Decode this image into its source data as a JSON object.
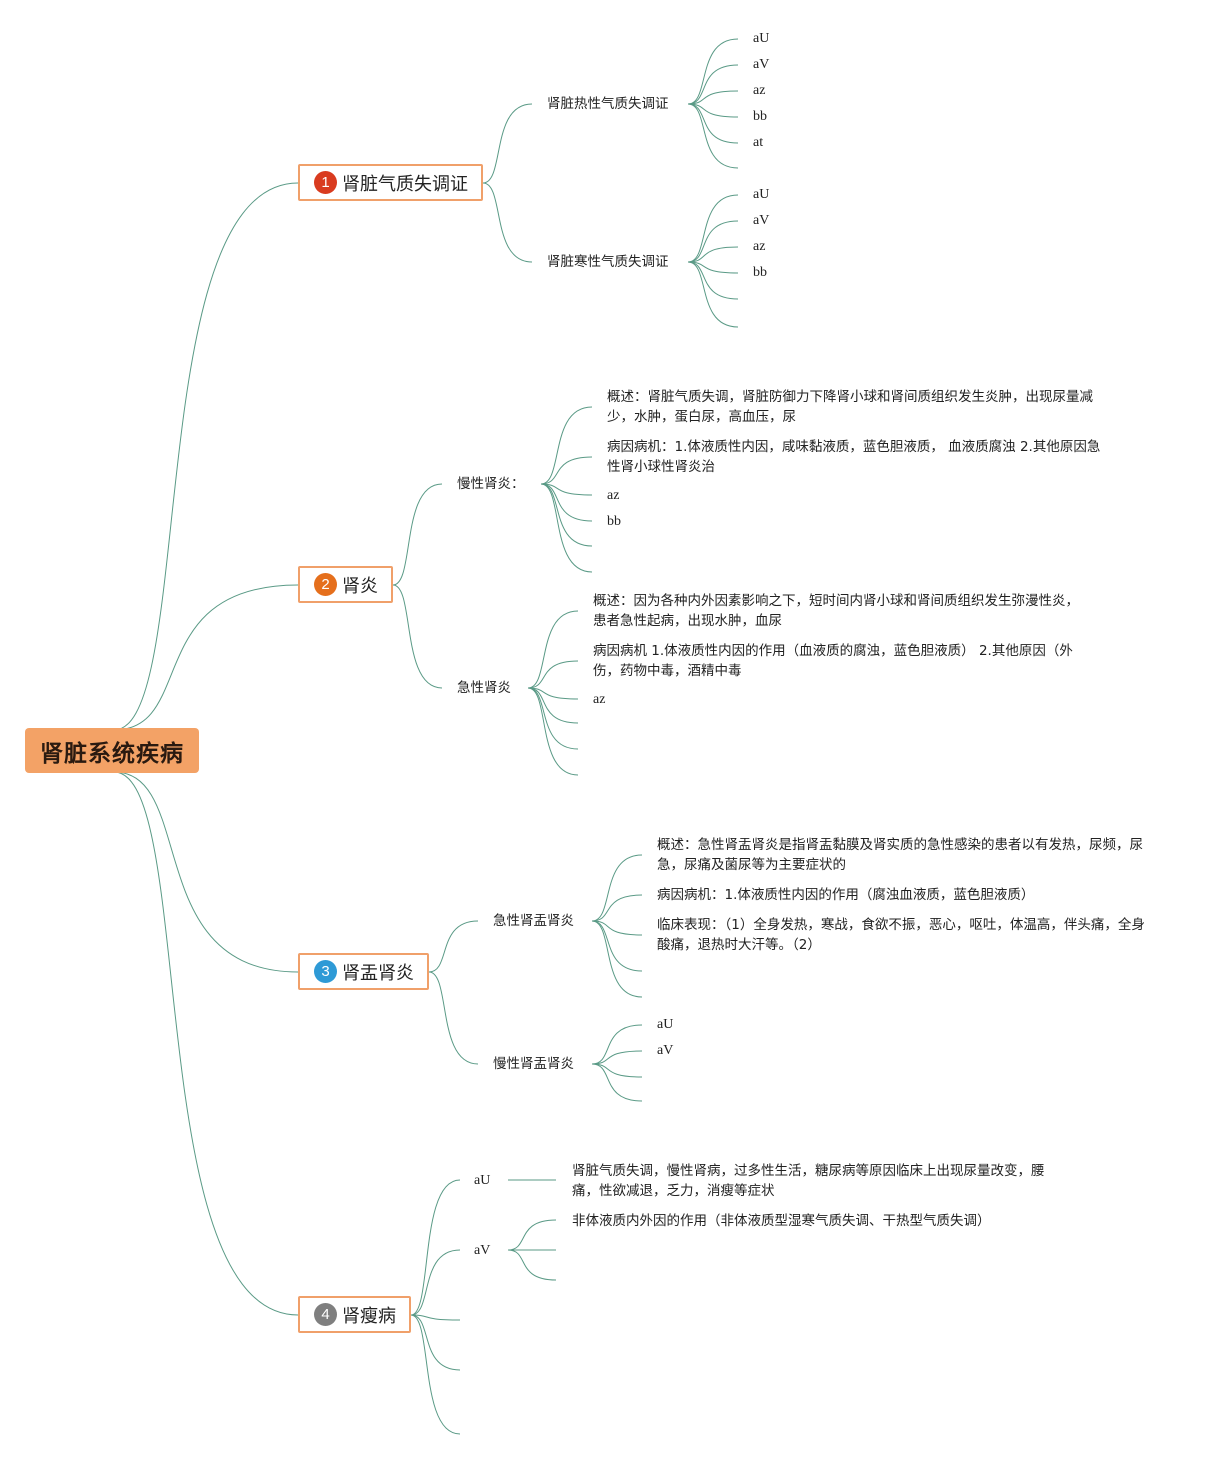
{
  "root": "肾脏系统疾病",
  "colors": {
    "line": "#5a9a86",
    "root_fill": "#f3a266",
    "border": "#f0a06a"
  },
  "b1": {
    "num": "1",
    "badge_color": "#d93b1f",
    "label": "肾脏气质失调证",
    "hot": {
      "label": "肾脏热性气质失调证",
      "leaves": [
        "aU",
        "aV",
        "az",
        "bb",
        "at"
      ]
    },
    "cold": {
      "label": "肾脏寒性气质失调证",
      "leaves": [
        "aU",
        "aV",
        "az",
        "bb"
      ]
    }
  },
  "b2": {
    "num": "2",
    "badge_color": "#e56f1c",
    "label": "肾炎",
    "chronic": {
      "label": "慢性肾炎：",
      "overview": "概述：肾脏气质失调，肾脏防御力下降肾小球和肾间质组织发生炎肿，出现尿量减少，水肿，蛋白尿，高血压，尿",
      "cause": "病因病机：1.体液质性内因，咸味黏液质，蓝色胆液质， 血液质腐浊 2.其他原因急性肾小球性肾炎治",
      "leaves": [
        "az",
        "bb"
      ]
    },
    "acute": {
      "label": "急性肾炎",
      "overview": "概述：因为各种内外因素影响之下，短时间内肾小球和肾间质组织发生弥漫性炎，患者急性起病，出现水肿，血尿",
      "cause": "病因病机 1.体液质性内因的作用（血液质的腐浊，蓝色胆液质） 2.其他原因（外伤，药物中毒，酒精中毒",
      "leaves": [
        "az"
      ]
    }
  },
  "b3": {
    "num": "3",
    "badge_color": "#2e9ad6",
    "label": "肾盂肾炎",
    "acute": {
      "label": "急性肾盂肾炎",
      "overview": "概述：急性肾盂肾炎是指肾盂黏膜及肾实质的急性感染的患者以有发热，尿频，尿急，尿痛及菌尿等为主要症状的",
      "cause": "病因病机：1.体液质性内因的作用（腐浊血液质，蓝色胆液质）",
      "clinical": "临床表现：（1）全身发热，寒战，食欲不振，恶心，呕吐，体温高，伴头痛，全身酸痛，退热时大汗等。（2）"
    },
    "chronic": {
      "label": "慢性肾盂肾炎",
      "leaves": [
        "aU",
        "aV"
      ]
    }
  },
  "b4": {
    "num": "4",
    "badge_color": "#7f7f7f",
    "label": "肾瘦病",
    "au": {
      "label": "aU",
      "text": "肾脏气质失调，慢性肾病，过多性生活，糖尿病等原因临床上出现尿量改变，腰痛，性欲减退，乏力，消瘦等症状"
    },
    "av": {
      "label": "aV",
      "text": "非体液质内外因的作用（非体液质型湿寒气质失调、干热型气质失调）"
    }
  }
}
